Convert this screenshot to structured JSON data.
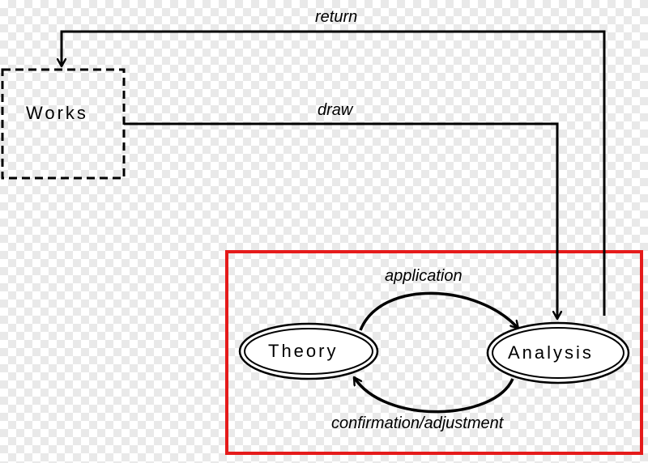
{
  "nodes": {
    "works": "Works",
    "theory": "Theory",
    "analysis": "Analysis"
  },
  "edges": {
    "return": "return",
    "draw": "draw",
    "application": "application",
    "confirmation": "confirmation/adjustment"
  },
  "colors": {
    "line": "#000000",
    "highlight": "#e51a1a"
  }
}
